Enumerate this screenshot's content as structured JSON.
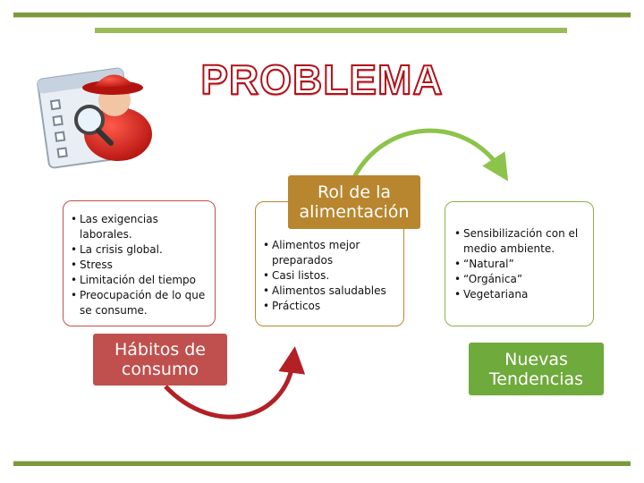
{
  "title": "PROBLEMA",
  "left_box": {
    "items": [
      "Las exigencias laborales.",
      "La crisis global.",
      "Stress",
      "Limitación del tiempo",
      "Preocupación de lo que se consume."
    ]
  },
  "left_tag": {
    "label": "Hábitos de consumo",
    "color": "#c0504d"
  },
  "center_tag": {
    "label": "Rol de la alimentación",
    "color": "#b8862e"
  },
  "center_box": {
    "items": [
      "Alimentos mejor preparados",
      "Casi listos.",
      "Alimentos saludables",
      "Prácticos"
    ]
  },
  "right_box": {
    "items": [
      "Sensibilización con el medio ambiente.",
      "“Natural”",
      "“Orgánica”",
      "Vegetariana"
    ]
  },
  "right_tag": {
    "label": "Nuevas Tendencias",
    "color": "#6faa3c"
  },
  "colors": {
    "frame_bar": "#7b9a3e",
    "top_bar": "#9bbb59",
    "title_outline": "#b0121a",
    "arrow_green": "#8dc34a",
    "arrow_red": "#b32025"
  }
}
